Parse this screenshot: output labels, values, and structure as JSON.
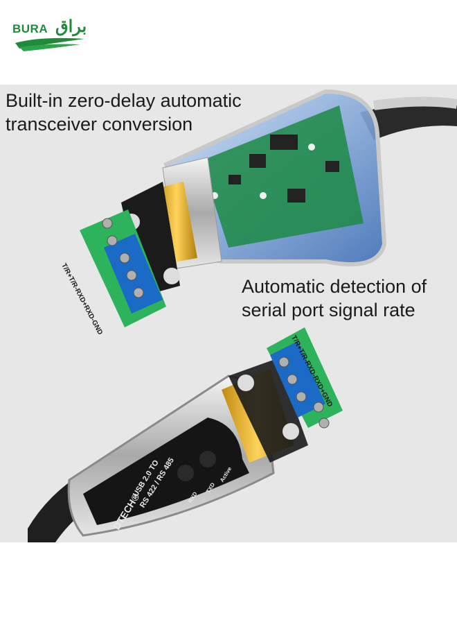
{
  "brand": {
    "logo_text": "BURA",
    "logo_arabic": "براق",
    "colors": {
      "green": "#1f8a3a"
    }
  },
  "captions": {
    "top": [
      "Built-in zero-delay automatic",
      "transceiver conversion"
    ],
    "middle": [
      "Automatic detection of",
      "serial port signal rate"
    ]
  },
  "product": {
    "terminal_label": "T/R+T/R-RXD+RXD-GND",
    "terminal_label_bottom": "T/R+T/R-RXD-RXD+GND",
    "model_line1": "USB 2.0 TO",
    "model_line2": "RS 422 / RS 485",
    "brand_mark": "DTECH®",
    "led_active": "Active",
    "led_txd": "TXD",
    "led_rxd": "RXD"
  }
}
